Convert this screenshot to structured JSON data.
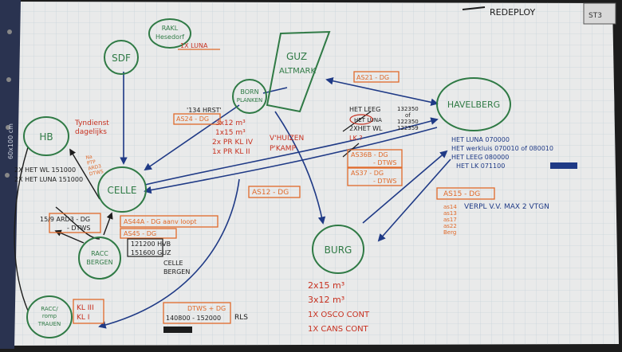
{
  "legend": {
    "redeploy": "REDEPLOY",
    "corner_tag": "ST3"
  },
  "strip_label": "60x100 cm",
  "nodes": {
    "rakh": {
      "line1": "RAKL",
      "line2": "Hesedorf",
      "tag": "1X LUNA"
    },
    "sdf": "SDF",
    "guz": {
      "line1": "GUZ",
      "line2": "ALTMARK"
    },
    "born": {
      "line1": "BORN",
      "line2": "PLANKEN"
    },
    "havelberg": "HAVELBERG",
    "hb": "HB",
    "celle": "CELLE",
    "burg": "BURG",
    "racc_bergen": {
      "line1": "RACC",
      "line2": "BERGEN"
    },
    "racc_trauen": {
      "line1": "RACC/",
      "line2": "romp",
      "line3": "TRAUEN"
    }
  },
  "labels": {
    "hb_note": [
      "Tyndienst",
      "dagelijks"
    ],
    "hb_het": [
      "2X HET WL 151000",
      "2X HET LUNA 151000"
    ],
    "celle_orange": [
      "Na",
      "PTP",
      "ARD3",
      "DTWS"
    ],
    "ard3": [
      "15/9 ARD3 - DG",
      "- DTWS"
    ],
    "as44": "AS44A - DG aanv loopt",
    "as45": "AS45 - DG",
    "bergen_list": [
      "121200 HVB",
      "151600 GUZ",
      "CELLE",
      "BERGEN"
    ],
    "trauen_kl": [
      "KL III",
      "KL I"
    ],
    "dtws": "DTWS + DG",
    "dtws_time": "140800 - 152000",
    "rls": "RLS",
    "hrst": "'134 HRST'",
    "as24": "AS24 - DG",
    "born_loads": [
      "3x12 m³",
      "1x15 m³",
      "2x PR KL IV",
      "1x PR KL II"
    ],
    "vhuizen": [
      "V'HUIZEN",
      "P'KAMP"
    ],
    "as21": "AS21 - DG",
    "het_block": [
      "HET LEEG",
      "HET LUNA",
      "2XHET WL",
      "LK ?"
    ],
    "het_times": [
      "132350",
      "of",
      "122350",
      "122359"
    ],
    "as36b": [
      "AS36B - DG",
      "- DTWS"
    ],
    "as37": [
      "AS37 - DG",
      "- DTWS"
    ],
    "as12": "AS12 - DG",
    "havel_list": [
      "HET LUNA 070000",
      "HET werkluis 070010 of 080010",
      "HET LEEG 080000",
      "HET LK 071100"
    ],
    "as15": "AS15 - DG",
    "as15_orange": [
      "as14",
      "as13",
      "as17",
      "as22",
      "Berg"
    ],
    "verpl": "VERPL V.V. MAX 2 VTGN",
    "burg_loads": [
      "2x15 m³",
      "3x12 m³",
      "1X OSCO CONT",
      "1X CANS CONT"
    ]
  },
  "colors": {
    "paper": "#e9eaea",
    "grid": "#c9d3da",
    "blue": "#1f3a86",
    "green": "#2f7a45",
    "orange": "#e06a2a",
    "red": "#c7301f",
    "dark": "#1c1c1c"
  }
}
